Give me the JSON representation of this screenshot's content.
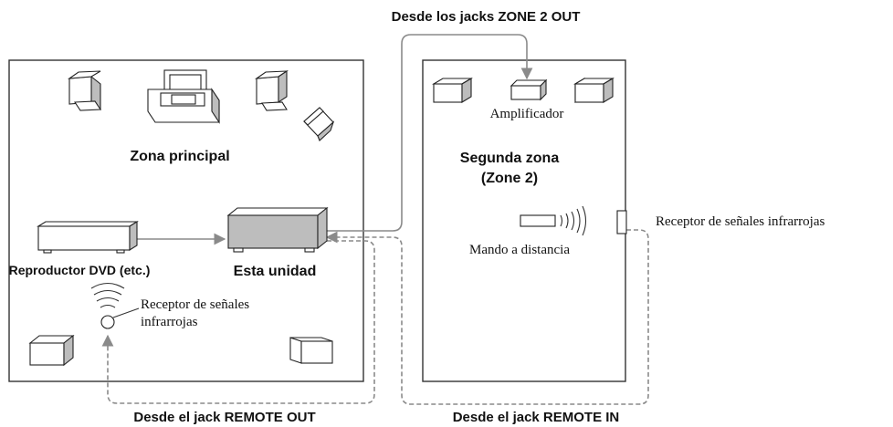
{
  "labels": {
    "zone2_out": "Desde los jacks ZONE 2 OUT",
    "main_zone": "Zona principal",
    "second_zone_line1": "Segunda zona",
    "second_zone_line2": "(Zone 2)",
    "amplifier": "Amplificador",
    "ir_receiver_right": "Receptor de señales infrarrojas",
    "remote_control": "Mando a distancia",
    "dvd_player": "Reproductor DVD (etc.)",
    "this_unit": "Esta unidad",
    "ir_receiver_left_line1": "Receptor de señales",
    "ir_receiver_left_line2": "infrarrojas",
    "remote_out": "Desde el jack REMOTE OUT",
    "remote_in": "Desde el jack REMOTE IN"
  },
  "colors": {
    "wire": "#8a8a8a",
    "outline": "#333333",
    "shade": "#bdbdbd"
  }
}
